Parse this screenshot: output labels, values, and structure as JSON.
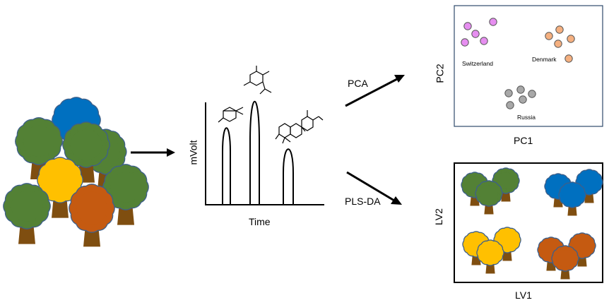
{
  "chromatogram": {
    "y_label": "mVolt",
    "x_label": "Time"
  },
  "pca": {
    "arrow_label": "PCA",
    "x_axis": "PC1",
    "y_axis": "PC2",
    "groups": [
      {
        "name": "Switzerland",
        "color": "#e68ef0"
      },
      {
        "name": "Denmark",
        "color": "#f5b080"
      },
      {
        "name": "Russia",
        "color": "#a8a8a8"
      }
    ]
  },
  "plsda": {
    "arrow_label": "PLS-DA",
    "x_axis": "LV1",
    "y_axis": "LV2"
  },
  "tree_colors": {
    "green": "#538135",
    "blue": "#0070c0",
    "yellow": "#ffc000",
    "orange": "#c55a11",
    "trunk": "#7f4e10"
  },
  "icons": [
    "tree-group-icon",
    "chemical-structure-icon"
  ]
}
